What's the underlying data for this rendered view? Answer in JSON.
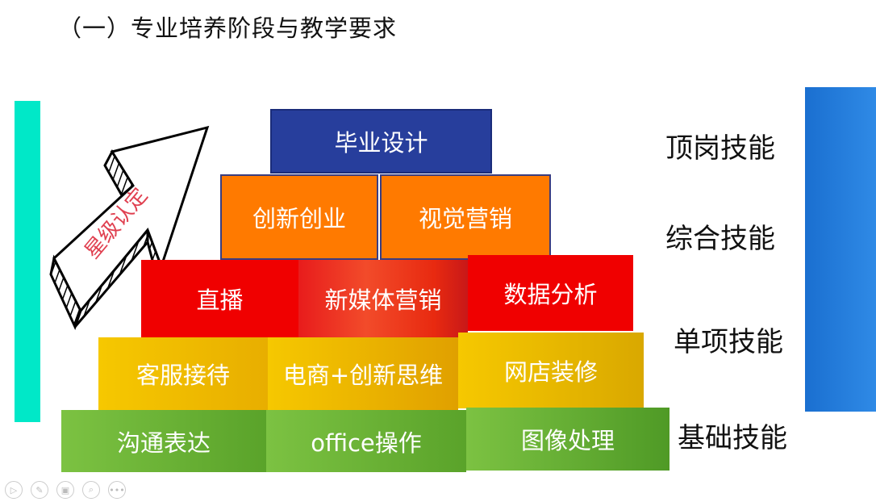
{
  "title": "（一）专业培养阶段与教学要求",
  "arrow_label": "星级认定",
  "pyramid": {
    "row1": [
      "毕业设计"
    ],
    "row2": [
      "创新创业",
      "视觉营销"
    ],
    "row3": [
      "直播",
      "新媒体营销",
      "数据分析"
    ],
    "row4": [
      "客服接待",
      "电商+创新思维",
      "网店装修"
    ],
    "row5": [
      "沟通表达",
      "office操作",
      "图像处理"
    ]
  },
  "levels": [
    "顶岗技能",
    "综合技能",
    "单项技能",
    "基础技能"
  ],
  "controls": [
    "play-icon",
    "pen-icon",
    "slides-icon",
    "zoom-icon",
    "more-icon"
  ]
}
